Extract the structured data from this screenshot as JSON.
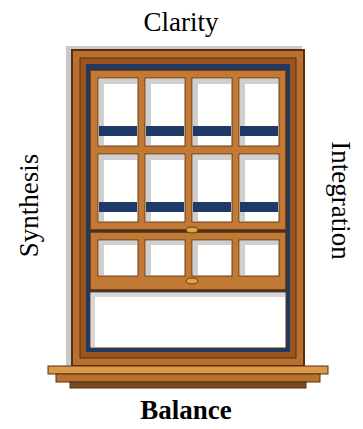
{
  "diagram": {
    "labels": [
      "Clarity",
      "Synthesis",
      "Integration",
      "Balance"
    ]
  }
}
